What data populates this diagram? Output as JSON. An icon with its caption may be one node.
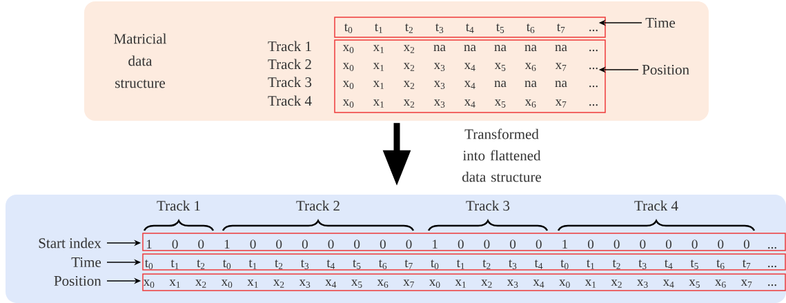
{
  "diagram": {
    "nodes": [
      {
        "text": [
          "Matricial data structure"
        ]
      },
      {
        "text": [
          "t$_{0}$",
          "t$_{1}$",
          "t$_{2}$",
          "t$_{3}$",
          "t$_{4}$",
          "t$_{5}$",
          "t$_{6}$",
          "t$_{7}$",
          "..."
        ],
        "in": 0
      },
      {
        "text": [
          "x$_{0}$",
          "x$_{1}$",
          "x$_{2}$",
          "na",
          "na",
          "na",
          "na",
          "na",
          "...",
          "x$_{0}$",
          "x$_{1}$",
          "x$_{2}$",
          "x$_{3}$",
          "x$_{4}$",
          "x$_{5}$",
          "x$_{6}$",
          "x$_{7}$",
          "...",
          "x$_{0}$",
          "x$_{1}$",
          "x$_{2}$",
          "x$_{3}$",
          "x$_{4}$",
          "na",
          "na",
          "na",
          "...",
          "x$_{0}$",
          "x$_{1}$",
          "x$_{2}$",
          "x$_{3}$",
          "x$_{4}$",
          "x$_{5}$",
          "x$_{6}$",
          "x$_{7}$",
          "..."
        ],
        "in": 0
      },
      {
        "text": [
          "Time"
        ],
        "in": 0
      },
      {
        "text": [
          "Position"
        ],
        "in": 0
      },
      {
        "text": [],
        "shape": "box"
      },
      {
        "text": [
          "1",
          "0",
          "0",
          "1",
          "0",
          "0",
          "0",
          "0",
          "0",
          "0",
          "0",
          "1",
          "0",
          "0",
          "0",
          "0",
          "1",
          "0",
          "0",
          "0",
          "0",
          "0",
          "0",
          "0",
          "..."
        ],
        "in": 5
      },
      {
        "text": [
          "t$_{0}$",
          "t$_{1}$",
          "t$_{2}$",
          "t$_{0}$",
          "t$_{1}$",
          "t$_{2}$",
          "t$_{3}$",
          "t$_{4}$",
          "t$_{5}$",
          "t$_{6}$",
          "t$_{7}$",
          "t$_{0}$",
          "t$_{1}$",
          "t$_{2}$",
          "t$_{3}$",
          "t$_{4}$",
          "t$_{0}$",
          "t$_{1}$",
          "t$_{2}$",
          "t$_{3}$",
          "t$_{4}$",
          "t$_{5}$",
          "t$_{6}$",
          "t$_{7}$",
          "..."
        ],
        "in": 5
      },
      {
        "text": [
          "x$_{0}$",
          "x$_{1}$",
          "x$_{2}$",
          "x$_{0}$",
          "x$_{1}$",
          "x$_{2}$",
          "x$_{3}$",
          "x$_{4}$",
          "x$_{5}$",
          "x$_{6}$",
          "x$_{7}$",
          "x$_{0}$",
          "x$_{1}$",
          "x$_{2}$",
          "x$_{3}$",
          "x$_{4}$",
          "x$_{0}$",
          "x$_{1}$",
          "x$_{2}$",
          "x$_{3}$",
          "x$_{4}$",
          "x$_{5}$",
          "x$_{6}$",
          "x$_{7}$",
          "..."
        ],
        "in": 5
      },
      {
        "text": [
          "Start index"
        ],
        "in": 5
      },
      {
        "text": [
          "Time"
        ],
        "in": 5
      },
      {
        "text": [
          "Position"
        ],
        "in": 5
      }
    ],
    "edges": [
      {
        "from": 3,
        "to": 1,
        "arrow": "to"
      },
      {
        "from": 4,
        "to": 2,
        "arrow": "to"
      },
      {
        "from": 0,
        "to": 5,
        "arrow": "to",
        "style": "thick",
        "label": "Transformed into flattened data structure"
      },
      {
        "from": 9,
        "to": 6,
        "arrow": "to"
      },
      {
        "from": 10,
        "to": 7,
        "arrow": "to"
      },
      {
        "from": 11,
        "to": 8,
        "arrow": "to"
      }
    ],
    "labels": [
      "Track 1",
      "Track 2",
      "Track 3",
      "Track 4",
      "Track 1",
      "Track 2",
      "Track 3",
      "Track 4"
    ]
  }
}
